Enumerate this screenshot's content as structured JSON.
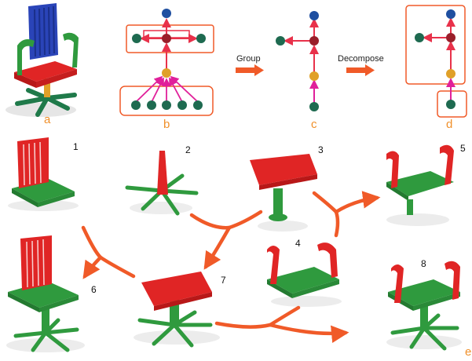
{
  "colors": {
    "red": "#e02525",
    "green": "#2f9a3e",
    "blue": "#2a44b8",
    "orange_line": "#f05a28",
    "label_orange": "#f0902a",
    "node_blue": "#1f4fa0",
    "node_darkred": "#9a1f2a",
    "node_orange": "#e0a028",
    "node_darkgreen": "#1e6a50",
    "edge_red": "#e8314a",
    "edge_magenta": "#e0209a"
  },
  "panel_labels": {
    "a": "a",
    "b": "b",
    "c": "c",
    "d": "d",
    "e": "e"
  },
  "operations": {
    "group": "Group",
    "decompose": "Decompose"
  },
  "part_numbers": [
    "1",
    "2",
    "3",
    "4",
    "5",
    "6",
    "7",
    "8"
  ]
}
